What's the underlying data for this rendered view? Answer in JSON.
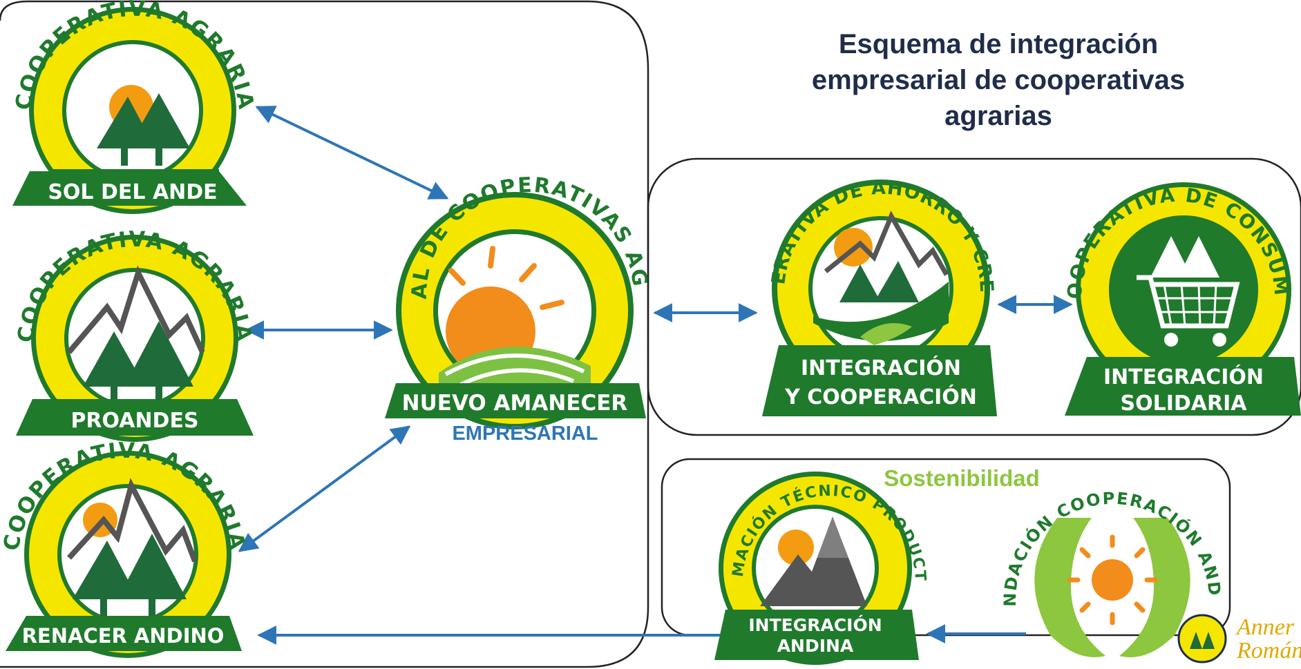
{
  "title": {
    "line1": "Esquema de integración",
    "line2": "empresarial de cooperativas",
    "line3": "agrarias"
  },
  "colors": {
    "dark_green": "#1f7a2c",
    "yellow_ring": "#f5e600",
    "arrow_blue": "#2e75b6",
    "sun_orange": "#f39c12",
    "title_navy": "#1f2d4a",
    "light_green": "#8dc63f"
  },
  "logos": {
    "sol_del_ande": {
      "arc": "COOPERATIVA   AGRARIA",
      "banner": "SOL DEL ANDE",
      "icon": "sun-trees-icon"
    },
    "proandes": {
      "arc": "COOPERATIVA   AGRARIA",
      "banner": "PROANDES",
      "icon": "mountain-trees-icon"
    },
    "renacer_andino": {
      "arc": "COOPERATIVA   AGRARIA",
      "banner": "RENACER ANDINO",
      "icon": "sun-mountain-trees-icon"
    },
    "nuevo_amanecer": {
      "arc": "CENTRAL DE COOPERATIVAS AGRARIAS",
      "banner": "NUEVO AMANECER",
      "subtitle": "EMPRESARIAL",
      "icon": "sunrise-field-icon"
    },
    "ahorro_credito": {
      "arc": "COOPERATIVA DE AHORRO Y CREDITO",
      "banner_line1": "INTEGRACIÓN",
      "banner_line2": "Y  COOPERACIÓN",
      "icon": "handshake-mountains-icon"
    },
    "consumo": {
      "arc": "COOPERATIVA  DE  CONSUMO",
      "banner_line1": "INTEGRACIÓN",
      "banner_line2": "SOLIDARIA",
      "icon": "shopping-cart-icon"
    },
    "formacion": {
      "arc": "FORMACIÓN TÉCNICO PRODUCTIVO",
      "banner_line1": "INTEGRACIÓN",
      "banner_line2": "ANDINA",
      "icon": "sun-mountain-icon"
    },
    "fundacion": {
      "arc": "FUNDACIÓN  COOPERACIÓN  ANDINA",
      "label": "Sostenibilidad",
      "icon": "hands-sun-icon"
    }
  },
  "signature": {
    "line1": "Anner",
    "line2": "Román"
  }
}
